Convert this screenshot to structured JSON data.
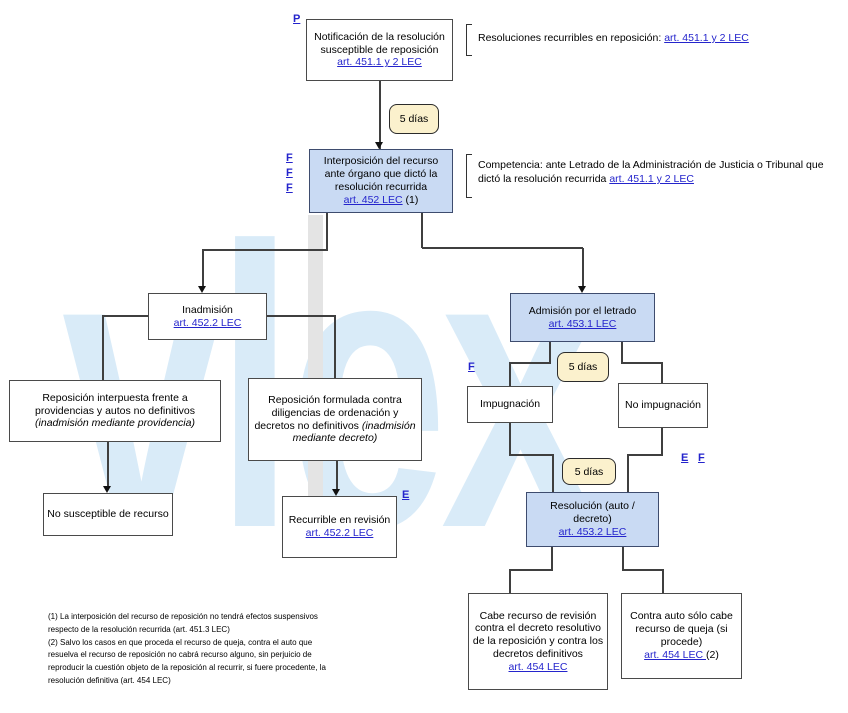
{
  "watermark": "vlex",
  "colors": {
    "link_blue": "#2424cc",
    "node_blue_fill": "#c9daf3",
    "node_blue_border": "#3e4c6e",
    "badge_cream": "#fbf1cd",
    "watermark_blue": "#d9ebf8",
    "connector": "#3f3f3f"
  },
  "nodes": {
    "p_link": "P",
    "box1": {
      "text": "Notificación de la resolución susceptible de reposición",
      "link": "art. 451.1 y 2 LEC"
    },
    "bracket1": {
      "text": "Resoluciones recurribles en reposición: ",
      "link": "art. 451.1 y 2 LEC"
    },
    "badge1": "5 días",
    "f_links": [
      "F",
      "F",
      "F"
    ],
    "box2": {
      "text": "Interposición del recurso ante órgano que dictó la resolución recurrida",
      "link": "art. 452 LEC",
      "suffix": "(1)"
    },
    "bracket2": {
      "text": "Competencia: ante Letrado de la Administración de Justicia  o Tribunal que dictó la resolución recurrida ",
      "link": "art. 451.1 y 2 LEC"
    },
    "inadmision": {
      "text": "Inadmisión",
      "link": "art. 452.2 LEC"
    },
    "admision": {
      "text": "Admisión por el letrado",
      "link": "art. 453.1 LEC"
    },
    "repo_providencias": {
      "text": "Reposición interpuesta frente a providencias y autos no definitivos ",
      "italic": "(inadmisión mediante providencia)"
    },
    "repo_decretos": {
      "text": "Reposición formulada contra diligencias de ordenación y decretos no definitivos ",
      "italic": "(inadmisión mediante decreto)"
    },
    "no_susceptible": "No susceptible de recurso",
    "recurrible": {
      "text": "Recurrible en revisión",
      "link": "art. 452.2 LEC",
      "e_link": "E"
    },
    "badge2": "5 días",
    "f_link_impugnacion": "F",
    "impugnacion": "Impugnación",
    "no_impugnacion": "No impugnación",
    "badge3": "5 días",
    "ef_links": {
      "e": "E",
      "f": "F"
    },
    "resolucion": {
      "text": "Resolución (auto / decreto)",
      "link": "art. 453.2 LEC"
    },
    "cabe_revision": {
      "text": "Cabe recurso de revisión contra el decreto resolutivo de la reposición y contra los decretos definitivos",
      "link": "art. 454 LEC"
    },
    "contra_auto": {
      "text": "Contra auto sólo cabe recurso de queja (si procede)",
      "link": "art. 454 LEC ",
      "suffix": "(2)"
    }
  },
  "footnotes": {
    "lines": [
      "(1) La interposición del recurso de reposición no tendrá efectos suspensivos",
      "respecto de la resolución recurrida (art. 451.3 LEC)",
      "(2) Salvo los casos en que proceda el recurso de queja, contra el auto que",
      "resuelva el recurso de reposición no cabrá recurso alguno, sin perjuicio de",
      "reproducir la cuestión objeto de la reposición al recurrir, si fuere procedente, la",
      "resolución definitiva (art. 454  LEC)"
    ]
  }
}
